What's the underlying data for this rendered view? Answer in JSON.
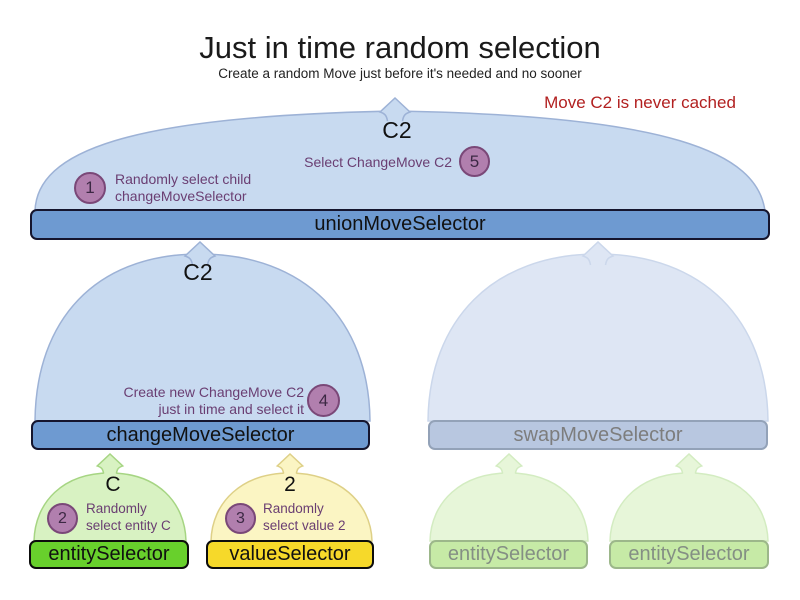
{
  "title": "Just in time random selection",
  "subtitle": "Create a random Move just before it's needed and no sooner",
  "red_note": "Move C2 is never cached",
  "selectors": {
    "union": {
      "label": "unionMoveSelector",
      "output": "C2"
    },
    "change": {
      "label": "changeMoveSelector",
      "output": "C2"
    },
    "swap": {
      "label": "swapMoveSelector"
    },
    "entity": {
      "label": "entitySelector",
      "output": "C"
    },
    "value": {
      "label": "valueSelector",
      "output": "2"
    },
    "entity_faded_1": {
      "label": "entitySelector"
    },
    "entity_faded_2": {
      "label": "entitySelector"
    }
  },
  "steps": [
    {
      "num": "1",
      "text": "Randomly select child\nchangeMoveSelector"
    },
    {
      "num": "2",
      "text": "Randomly\nselect entity C"
    },
    {
      "num": "3",
      "text": "Randomly\nselect value 2"
    },
    {
      "num": "4",
      "text": "Create new ChangeMove C2\njust in time and select it"
    },
    {
      "num": "5",
      "text": "Select ChangeMove C2"
    }
  ],
  "palette": {
    "selector_bar_blue": "#6e9ad1",
    "selector_bar_blue_faded": "#b8c7e0",
    "selector_bar_green": "#68d02c",
    "selector_bar_yellow": "#f6d92a",
    "selector_bar_green_faded": "#c6eaa6",
    "arch_blue": "#c8daf0",
    "arch_blue_faded": "#dee6f4",
    "arch_green": "#d8f2c2",
    "arch_yellow": "#fbf5c3",
    "arch_green_faded": "#e7f6d9",
    "step_circle": "#b17fae",
    "step_circle_border": "#7a4878",
    "annotation_purple": "#6a3e72",
    "note_red": "#b22020"
  }
}
